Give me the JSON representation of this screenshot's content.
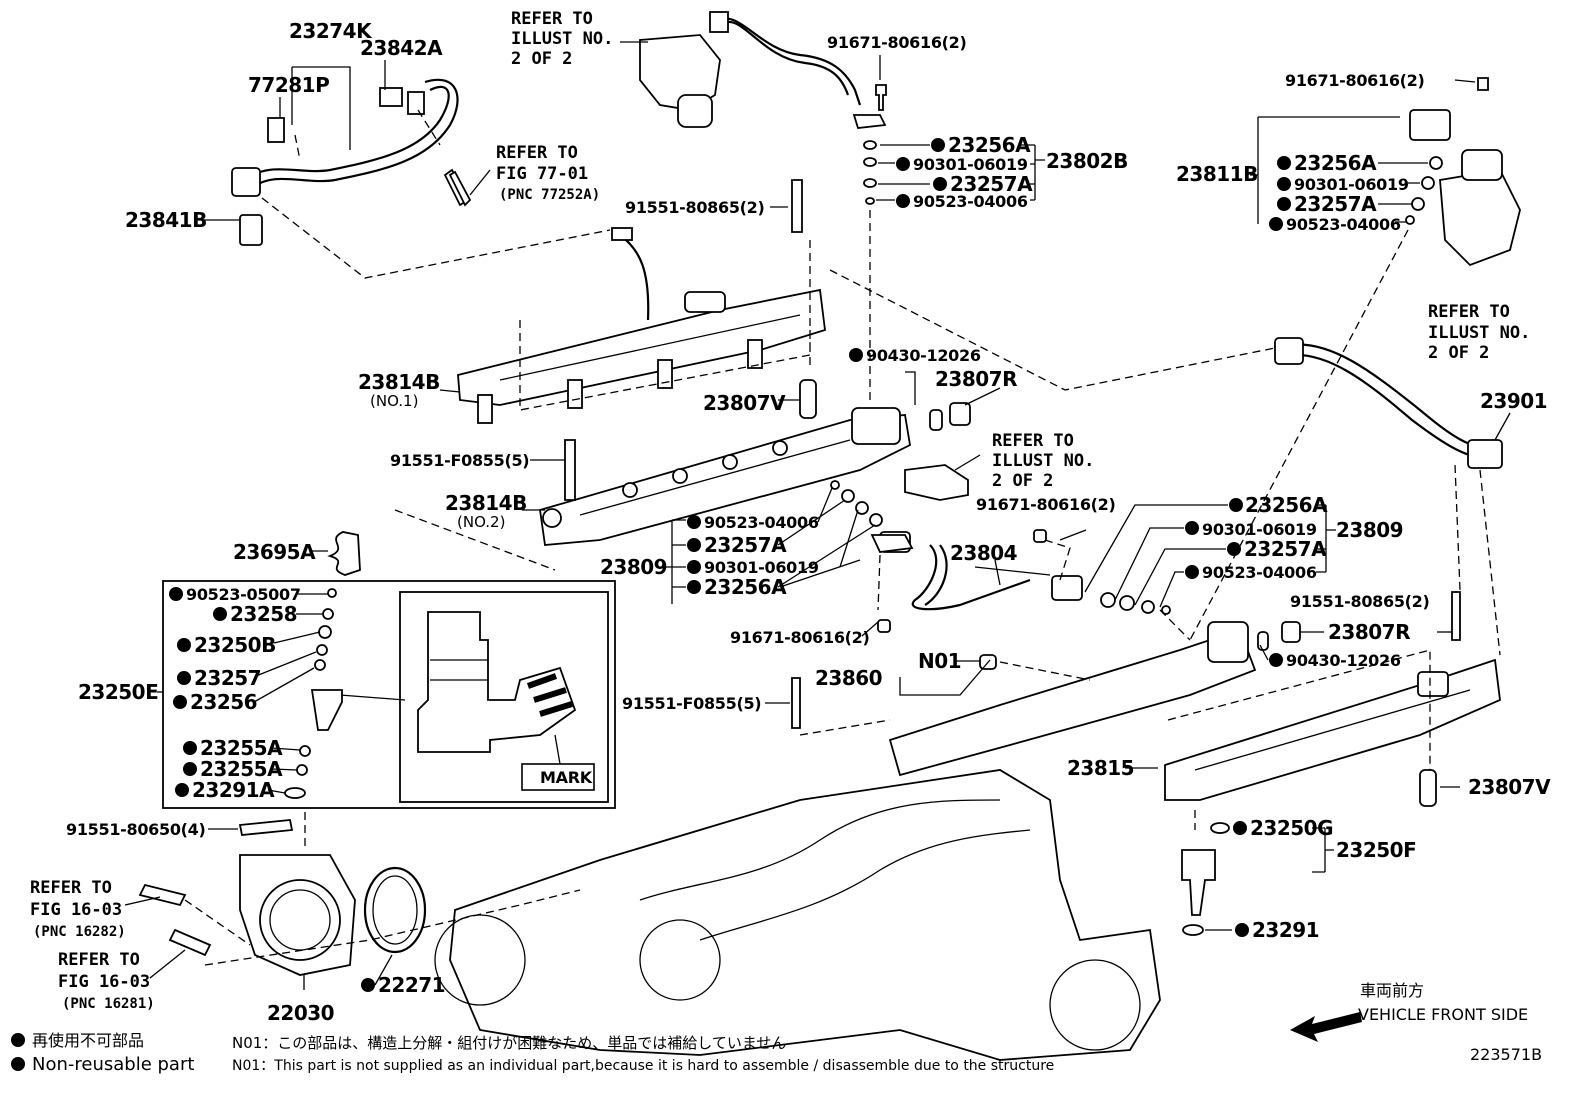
{
  "labels": {
    "p23274K": "23274K",
    "p23842A": "23842A",
    "p77281P": "77281P",
    "p23841B": "23841B",
    "p91671_top": "91671-80616(2)",
    "p91671_right": "91671-80616(2)",
    "p91671_mid": "91671-80616(2)",
    "p91671_low": "91671-80616(2)",
    "p23256A_a": "23256A",
    "p90301_a": "90301-06019",
    "p23257A_a": "23257A",
    "p90523_a": "90523-04006",
    "p23802B": "23802B",
    "p23811B": "23811B",
    "p23256A_b": "23256A",
    "p90301_b": "90301-06019",
    "p23257A_b": "23257A",
    "p90523_b": "90523-04006",
    "p91551_80865_a": "91551-80865(2)",
    "p91551_80865_b": "91551-80865(2)",
    "p23814B_1": "23814B",
    "p23814B_1_sub": "(NO.1)",
    "p23814B_2": "23814B",
    "p23814B_2_sub": "(NO.2)",
    "p90430_a": "90430-12026",
    "p90430_b": "90430-12026",
    "p23807R_a": "23807R",
    "p23807R_b": "23807R",
    "p23807V_a": "23807V",
    "p23807V_b": "23807V",
    "p23901": "23901",
    "p91551_F0855_a": "91551-F0855(5)",
    "p91551_F0855_b": "91551-F0855(5)",
    "p23695A": "23695A",
    "p23809_left": "23809",
    "p90523_c": "90523-04006",
    "p23257A_c": "23257A",
    "p90301_c": "90301-06019",
    "p23256A_c": "23256A",
    "p23804": "23804",
    "p23809_right": "23809",
    "p23256A_d": "23256A",
    "p90301_d": "90301-06019",
    "p23257A_d": "23257A",
    "p90523_d": "90523-04006",
    "p90523_05007": "90523-05007",
    "p23258": "23258",
    "p23250B": "23250B",
    "p23257": "23257",
    "p23256": "23256",
    "p23250E": "23250E",
    "p23255A_a": "23255A",
    "p23255A_b": "23255A",
    "p23291A": "23291A",
    "p23860": "23860",
    "pN01": "N01",
    "p23815": "23815",
    "p23250G": "23250G",
    "p23250F": "23250F",
    "p23291": "23291",
    "p91551_80650": "91551-80650(4)",
    "p22030": "22030",
    "p22271": "22271",
    "mark": "MARK"
  },
  "refs": {
    "top_center": [
      "REFER TO",
      "ILLUST NO.",
      "2 OF 2"
    ],
    "fig77": [
      "REFER TO",
      "FIG 77-01",
      "(PNC 77252A)"
    ],
    "right_top": [
      "REFER TO",
      "ILLUST NO.",
      "2 OF 2"
    ],
    "mid": [
      "REFER TO",
      "ILLUST NO.",
      "2 OF 2"
    ],
    "fig16a": [
      "REFER TO",
      "FIG 16-03",
      "(PNC 16282)"
    ],
    "fig16b": [
      "REFER TO",
      "FIG 16-03",
      "(PNC 16281)"
    ]
  },
  "legend": {
    "jp": "再使用不可部品",
    "en": "Non-reusable part"
  },
  "notes": {
    "n01_jp": "N01：この部品は、構造上分解・組付けが困難なため、単品では補給していません",
    "n01_en": "N01：This part is not supplied as an individual part,because it is hard to assemble / disassemble due to the structure"
  },
  "direction": {
    "jp": "車両前方",
    "en": "VEHICLE FRONT SIDE"
  },
  "figure_id": "223571B"
}
